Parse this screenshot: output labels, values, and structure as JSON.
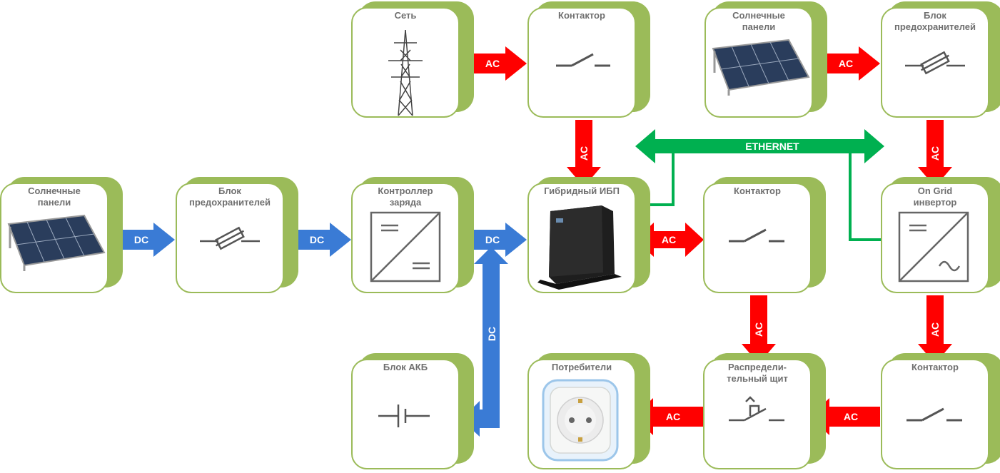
{
  "blocks": {
    "grid": {
      "title": "Сеть"
    },
    "contactor_top": {
      "title": "Контактор"
    },
    "solar_right": {
      "title": "Солнечные\nпанели"
    },
    "fuse_right": {
      "title": "Блок\nпредохранителей"
    },
    "solar_left": {
      "title": "Солнечные\nпанели"
    },
    "fuse_left": {
      "title": "Блок\nпредохранителей"
    },
    "charge_controller": {
      "title": "Контроллер\nзаряда"
    },
    "hybrid_ups": {
      "title": "Гибридный ИБП"
    },
    "contactor_mid": {
      "title": "Контактор"
    },
    "ongrid_inverter": {
      "title": "On Grid\nинвертор"
    },
    "battery": {
      "title": "Блок АКБ"
    },
    "consumers": {
      "title": "Потребители"
    },
    "distribution_board": {
      "title": "Распредели-\nтельный щит"
    },
    "contactor_bottom": {
      "title": "Контактор"
    }
  },
  "labels": {
    "dc": "DC",
    "ac": "AC",
    "ethernet": "ETHERNET"
  },
  "colors": {
    "block_border": "#9bbb59",
    "ac_arrow": "#ff0000",
    "dc_arrow": "#3a7bd5",
    "ethernet": "#00b050"
  }
}
